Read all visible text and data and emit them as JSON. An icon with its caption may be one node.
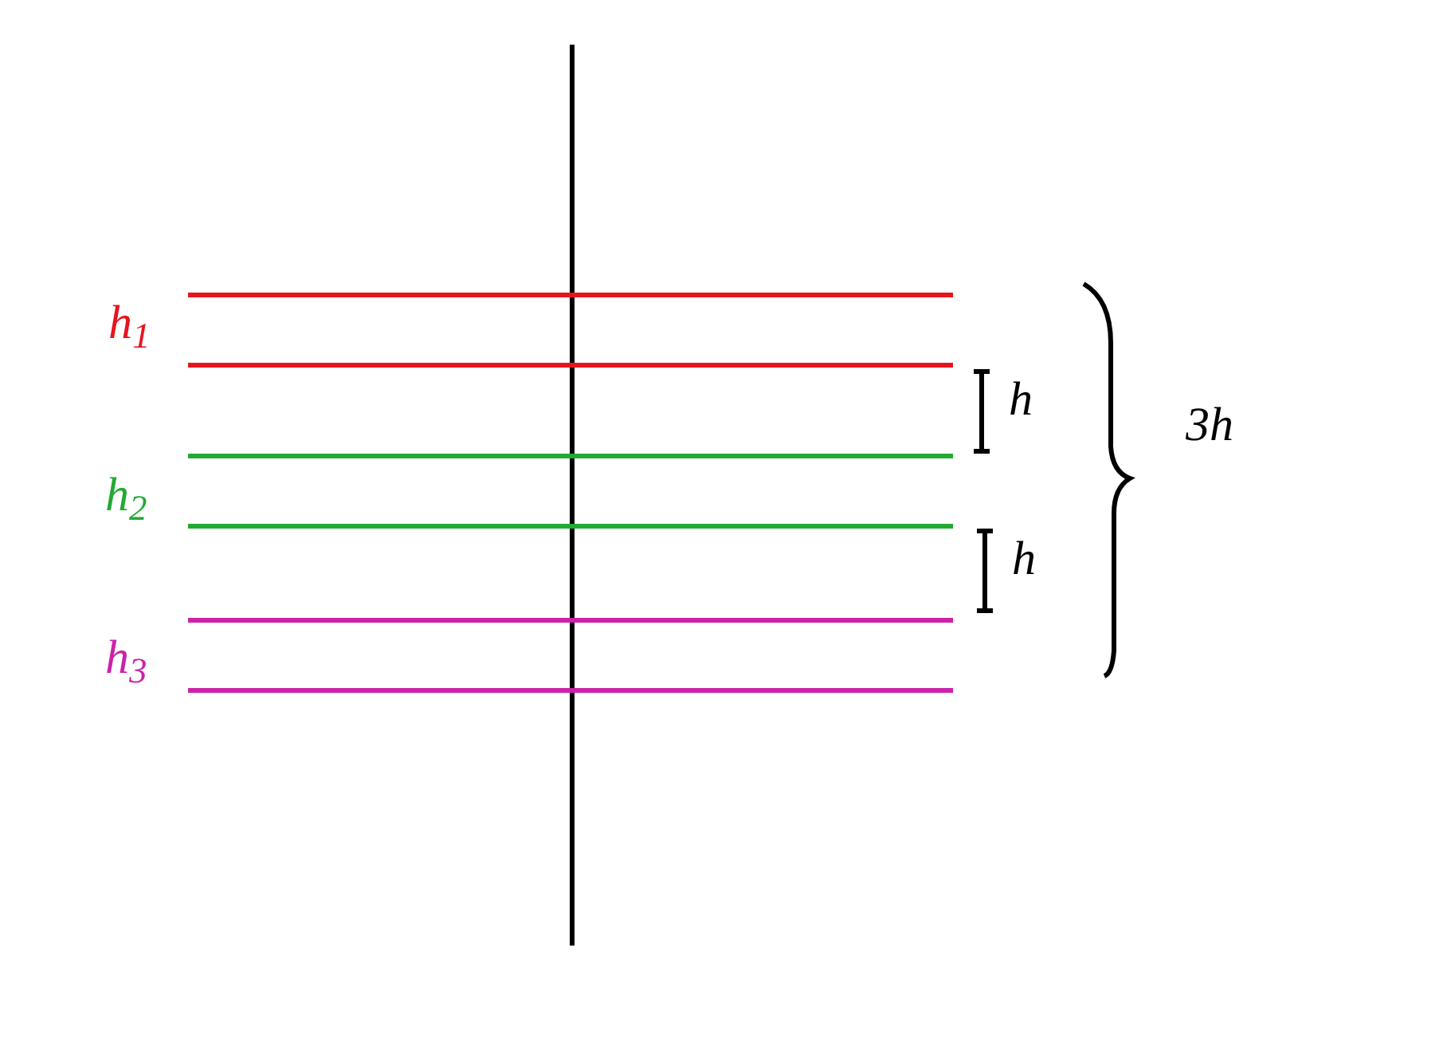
{
  "diagram": {
    "labels": [
      "h$_{1}$",
      "h",
      "3h",
      "h$_{2}$",
      "h",
      "h$_{3}$"
    ]
  }
}
